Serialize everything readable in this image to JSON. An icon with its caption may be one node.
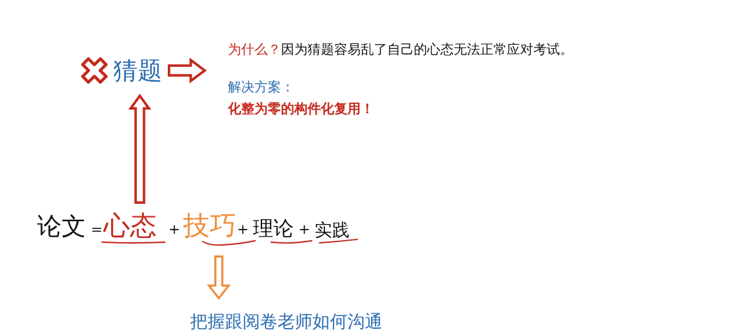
{
  "diagram": {
    "nodes": [
      {
        "text": [
          "猜题"
        ]
      },
      {
        "text": [
          "为什么？",
          "因为猜题容易乱了自己的心态无法正常应对考试。",
          "解决方案：",
          "化整为零的构件化复用！"
        ]
      },
      {
        "text": [
          "心态"
        ]
      },
      {
        "text": [
          "技巧"
        ]
      },
      {
        "text": [
          "把握跟阅卷老师如何沟通"
        ]
      }
    ],
    "edges": [
      {
        "from": 2,
        "to": 0,
        "arrow": "to"
      },
      {
        "from": 0,
        "to": 1,
        "arrow": "to"
      },
      {
        "from": 3,
        "to": 4,
        "arrow": "to",
        "color": "#ee8c3a"
      }
    ],
    "labels": [
      "论文",
      "=",
      "+",
      "+",
      "理论",
      "+",
      "实践"
    ]
  }
}
